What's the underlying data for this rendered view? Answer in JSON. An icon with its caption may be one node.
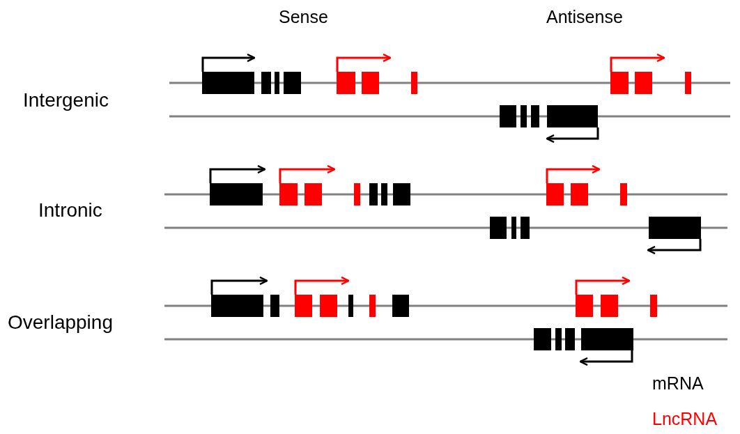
{
  "diagram": {
    "labels": [
      "Sense",
      "Antisense",
      "Intergenic",
      "Intronic",
      "Overlapping"
    ],
    "legend": [
      {
        "text": "mRNA",
        "color": "#000000"
      },
      {
        "text": "LncRNA",
        "color": "#ff0000"
      }
    ]
  }
}
